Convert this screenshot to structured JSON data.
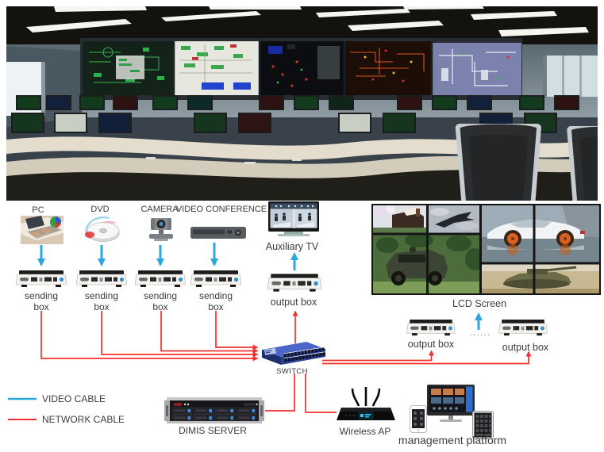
{
  "colors": {
    "video_cable": "#2da7e0",
    "network_cable": "#f5302e"
  },
  "legend": {
    "items": [
      {
        "label": "VIDEO CABLE"
      },
      {
        "label": "NETWORK CABLE"
      }
    ]
  },
  "sources": {
    "items": [
      {
        "label": "PC"
      },
      {
        "label": "DVD"
      },
      {
        "label": "CAMERA"
      },
      {
        "label": "VIDEO CONFERENCE"
      }
    ],
    "box_line1": "sending",
    "box_line2": "box"
  },
  "aux": {
    "tv_label": "Auxiliary TV",
    "box_label": "output box"
  },
  "network": {
    "switch_label": "SWITCH"
  },
  "wall": {
    "label": "LCD Screen",
    "dots": "......"
  },
  "outputs": {
    "items": [
      {
        "label": "output box"
      },
      {
        "label": "output box"
      }
    ]
  },
  "server": {
    "label": "DIMIS SERVER"
  },
  "ap": {
    "label": "Wireless AP"
  },
  "management": {
    "label": "management platform"
  }
}
